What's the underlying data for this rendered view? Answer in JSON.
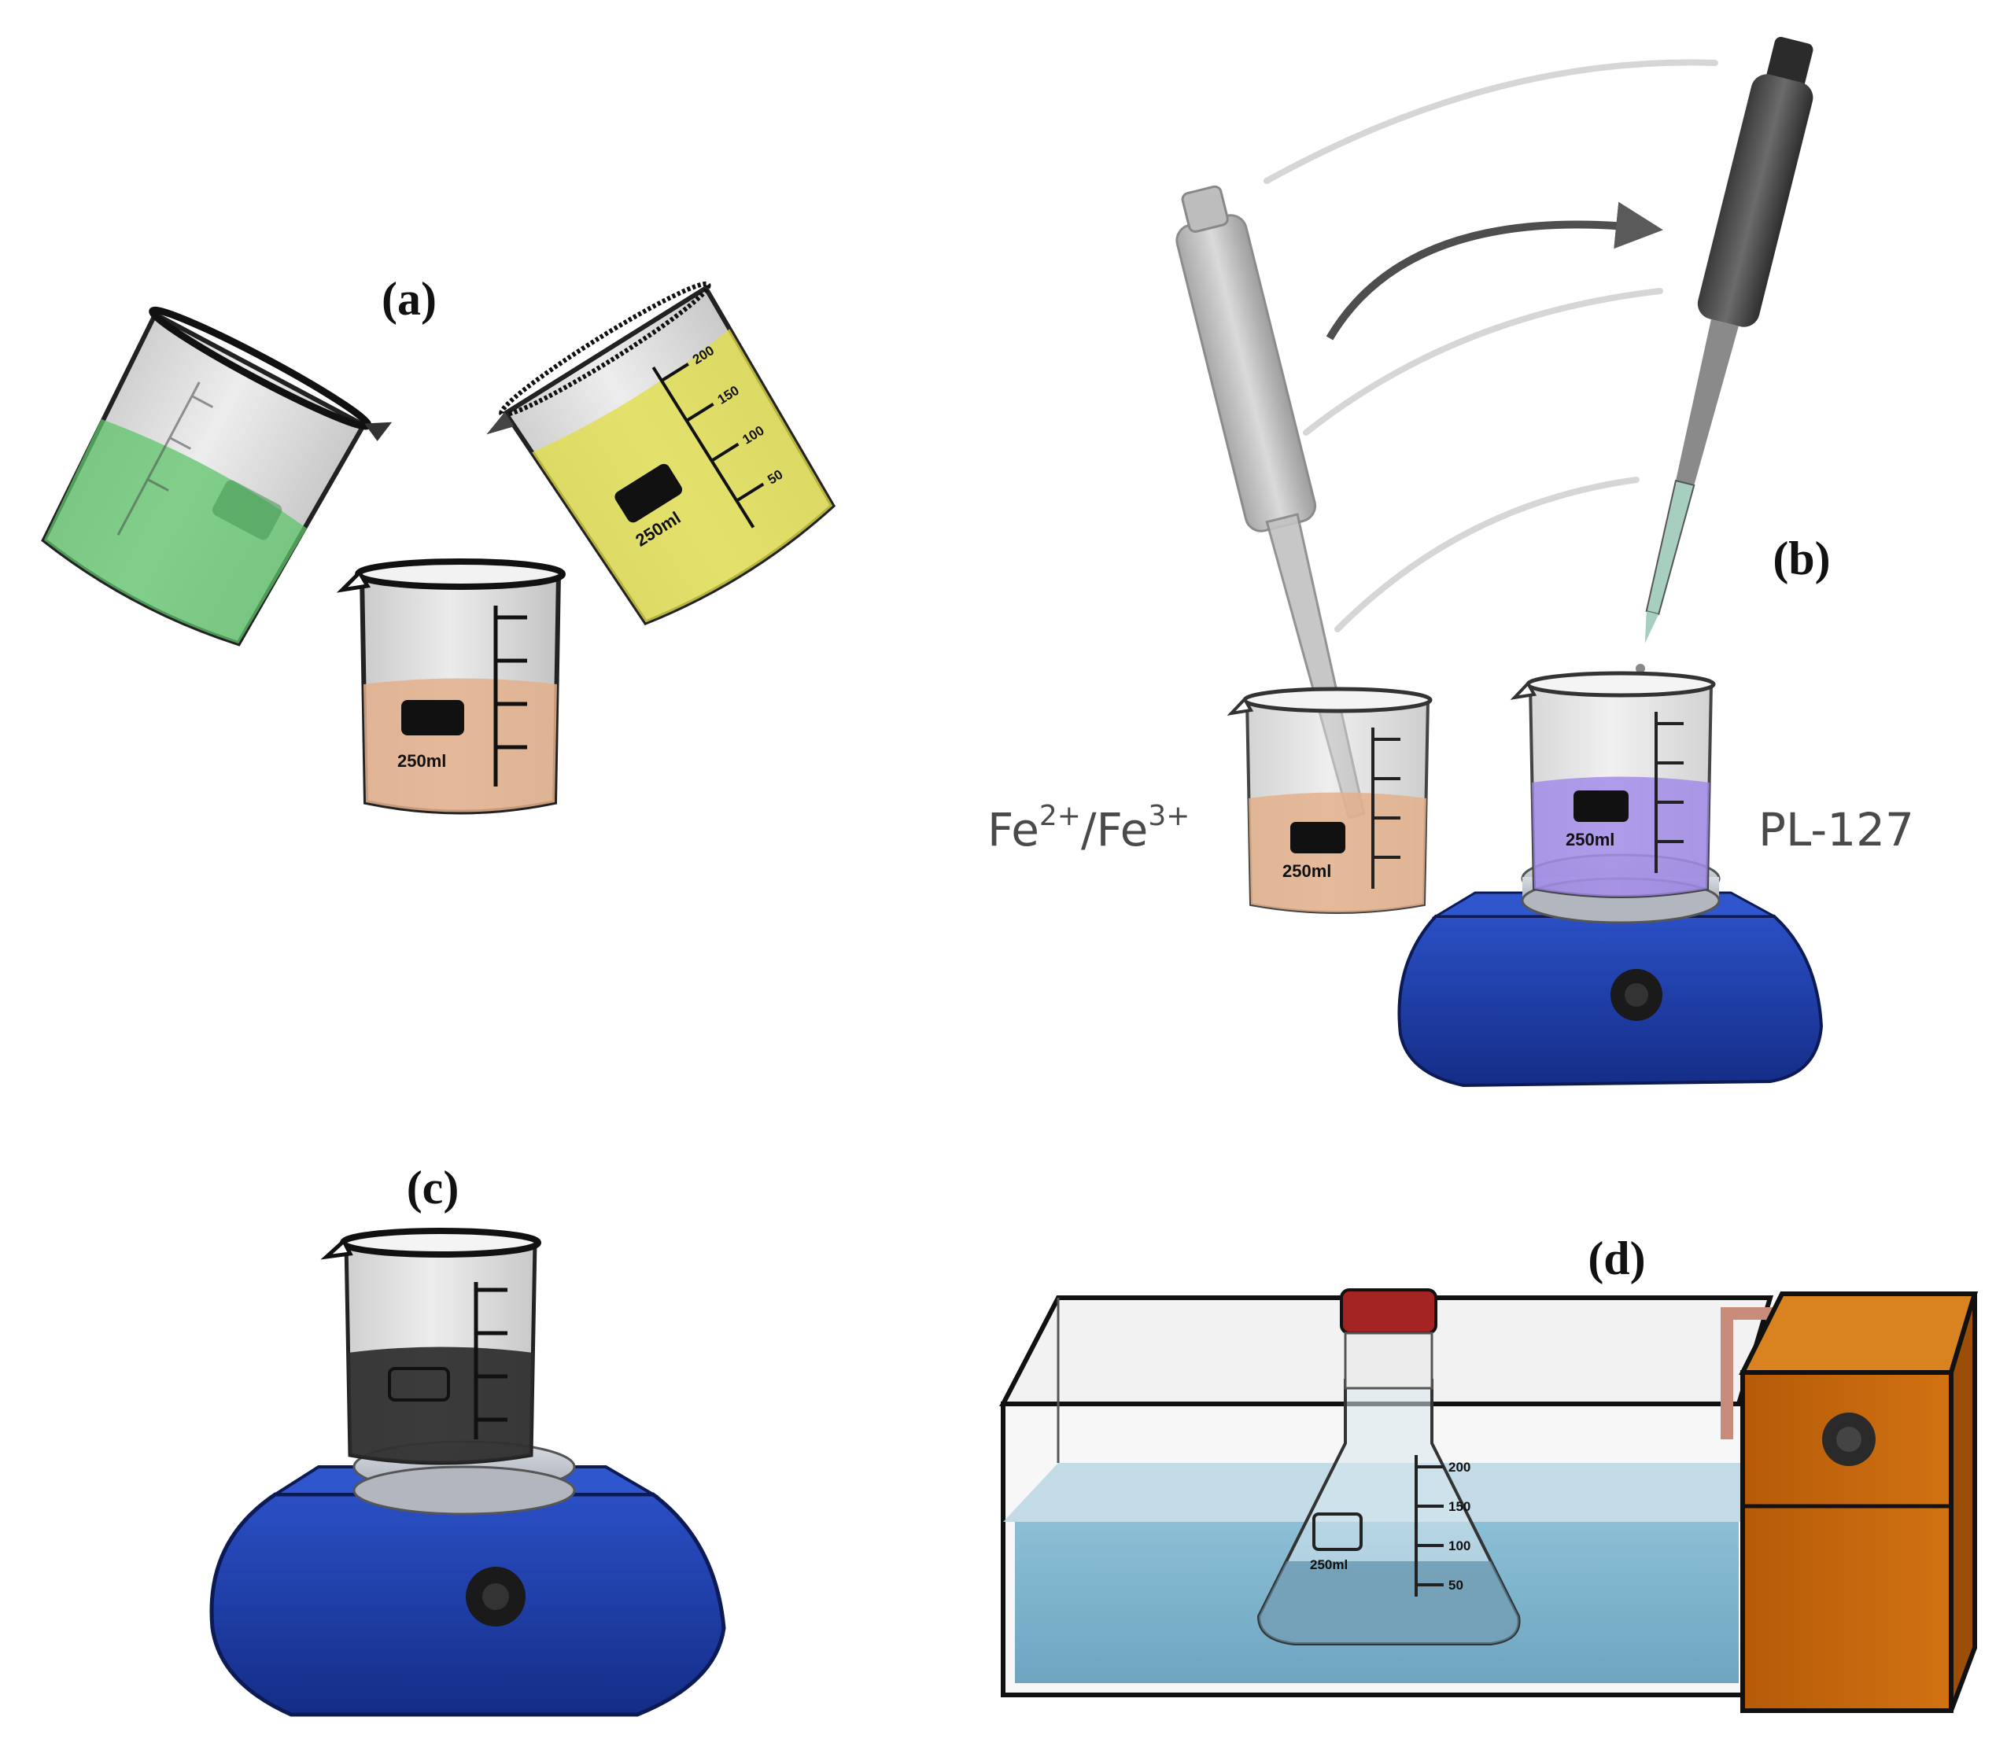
{
  "colors": {
    "green_liquid": "#5cc46a",
    "yellow_liquid": "#e0de48",
    "orange_liquid": "#e2b08c",
    "purple_liquid": "#9d86e8",
    "black_liquid": "#2b2b2b",
    "stirrer_blue": "#1e3fae",
    "water_blue": "#7fb3cc",
    "bath_heater_orange": "#c3650c",
    "cap_red": "#a42424"
  },
  "panels": {
    "a": {
      "label": "(a)",
      "beaker_volume": "250ml",
      "graduations": [
        "200",
        "150",
        "100",
        "50"
      ]
    },
    "b": {
      "label": "(b)",
      "left_solution": {
        "base": "Fe",
        "sup1": "2+",
        "sep": "/Fe",
        "sup2": "3+"
      },
      "right_solution": "PL-127",
      "beaker_volume": "250ml"
    },
    "c": {
      "label": "(c)"
    },
    "d": {
      "label": "(d)",
      "flask_volume": "250ml",
      "graduations": [
        "200",
        "150",
        "100",
        "50"
      ]
    }
  }
}
